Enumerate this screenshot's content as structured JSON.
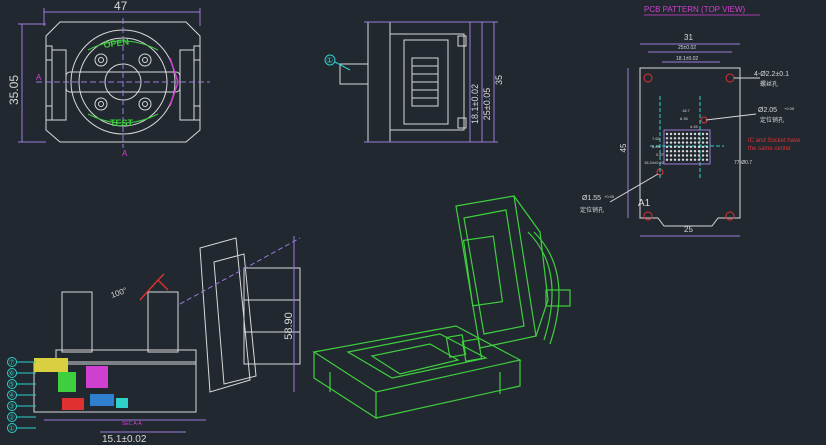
{
  "colors": {
    "background": "#222830",
    "white_lines": "#d8d8d8",
    "dimension": "#9a7ad8",
    "green_part": "#3ecf3e",
    "cyan_callout": "#2fd0c8",
    "red_note": "#e03030",
    "magenta_title": "#d040d0",
    "yellow_label": "#d8d040"
  },
  "top_view": {
    "width_dim": "47",
    "height_dim": "35.05",
    "label_open": "OPEN",
    "label_test": "TEST",
    "section_left": "A",
    "section_bottom": "A"
  },
  "side_view": {
    "callout_number": "①",
    "dims": [
      "18.1±0.02",
      "25±0.05",
      "35"
    ]
  },
  "pcb_pattern": {
    "title": "PCB PATTERN (TOP VIEW)",
    "dim_top": "31",
    "dim_sub1": "25±0.02",
    "dim_sub2": "18.1±0.02",
    "dim_left": "45",
    "dim_bottom": "25",
    "hole_note_1": "4-Ø2.2±0.1",
    "hole_note_1_cn": "螺丝孔",
    "hole_note_2": "Ø2.05",
    "hole_note_2_cn": "定位销孔",
    "hole_note_2_sub": "+0.05",
    "hole_note_3": "Ø1.55",
    "hole_note_3_sub": "+0.05",
    "hole_note_3_cn": "定位销孔",
    "red_note_1": "IC and Socket have",
    "red_note_2": "the same center",
    "pitch_label": "77-Ø0.7",
    "a1_label": "A1",
    "small_dims": [
      "18.7",
      "6.35",
      "7.62",
      "8.89",
      "4.45",
      "0.87",
      "15.24±0.02"
    ]
  },
  "section_view": {
    "angle_label": "100°",
    "height_dim": "58.90",
    "width_dim": "15.1±0.02",
    "section_title": "SEC A-A",
    "callouts": [
      "⑦",
      "⑥",
      "⑤",
      "④",
      "③",
      "②",
      "①"
    ]
  }
}
